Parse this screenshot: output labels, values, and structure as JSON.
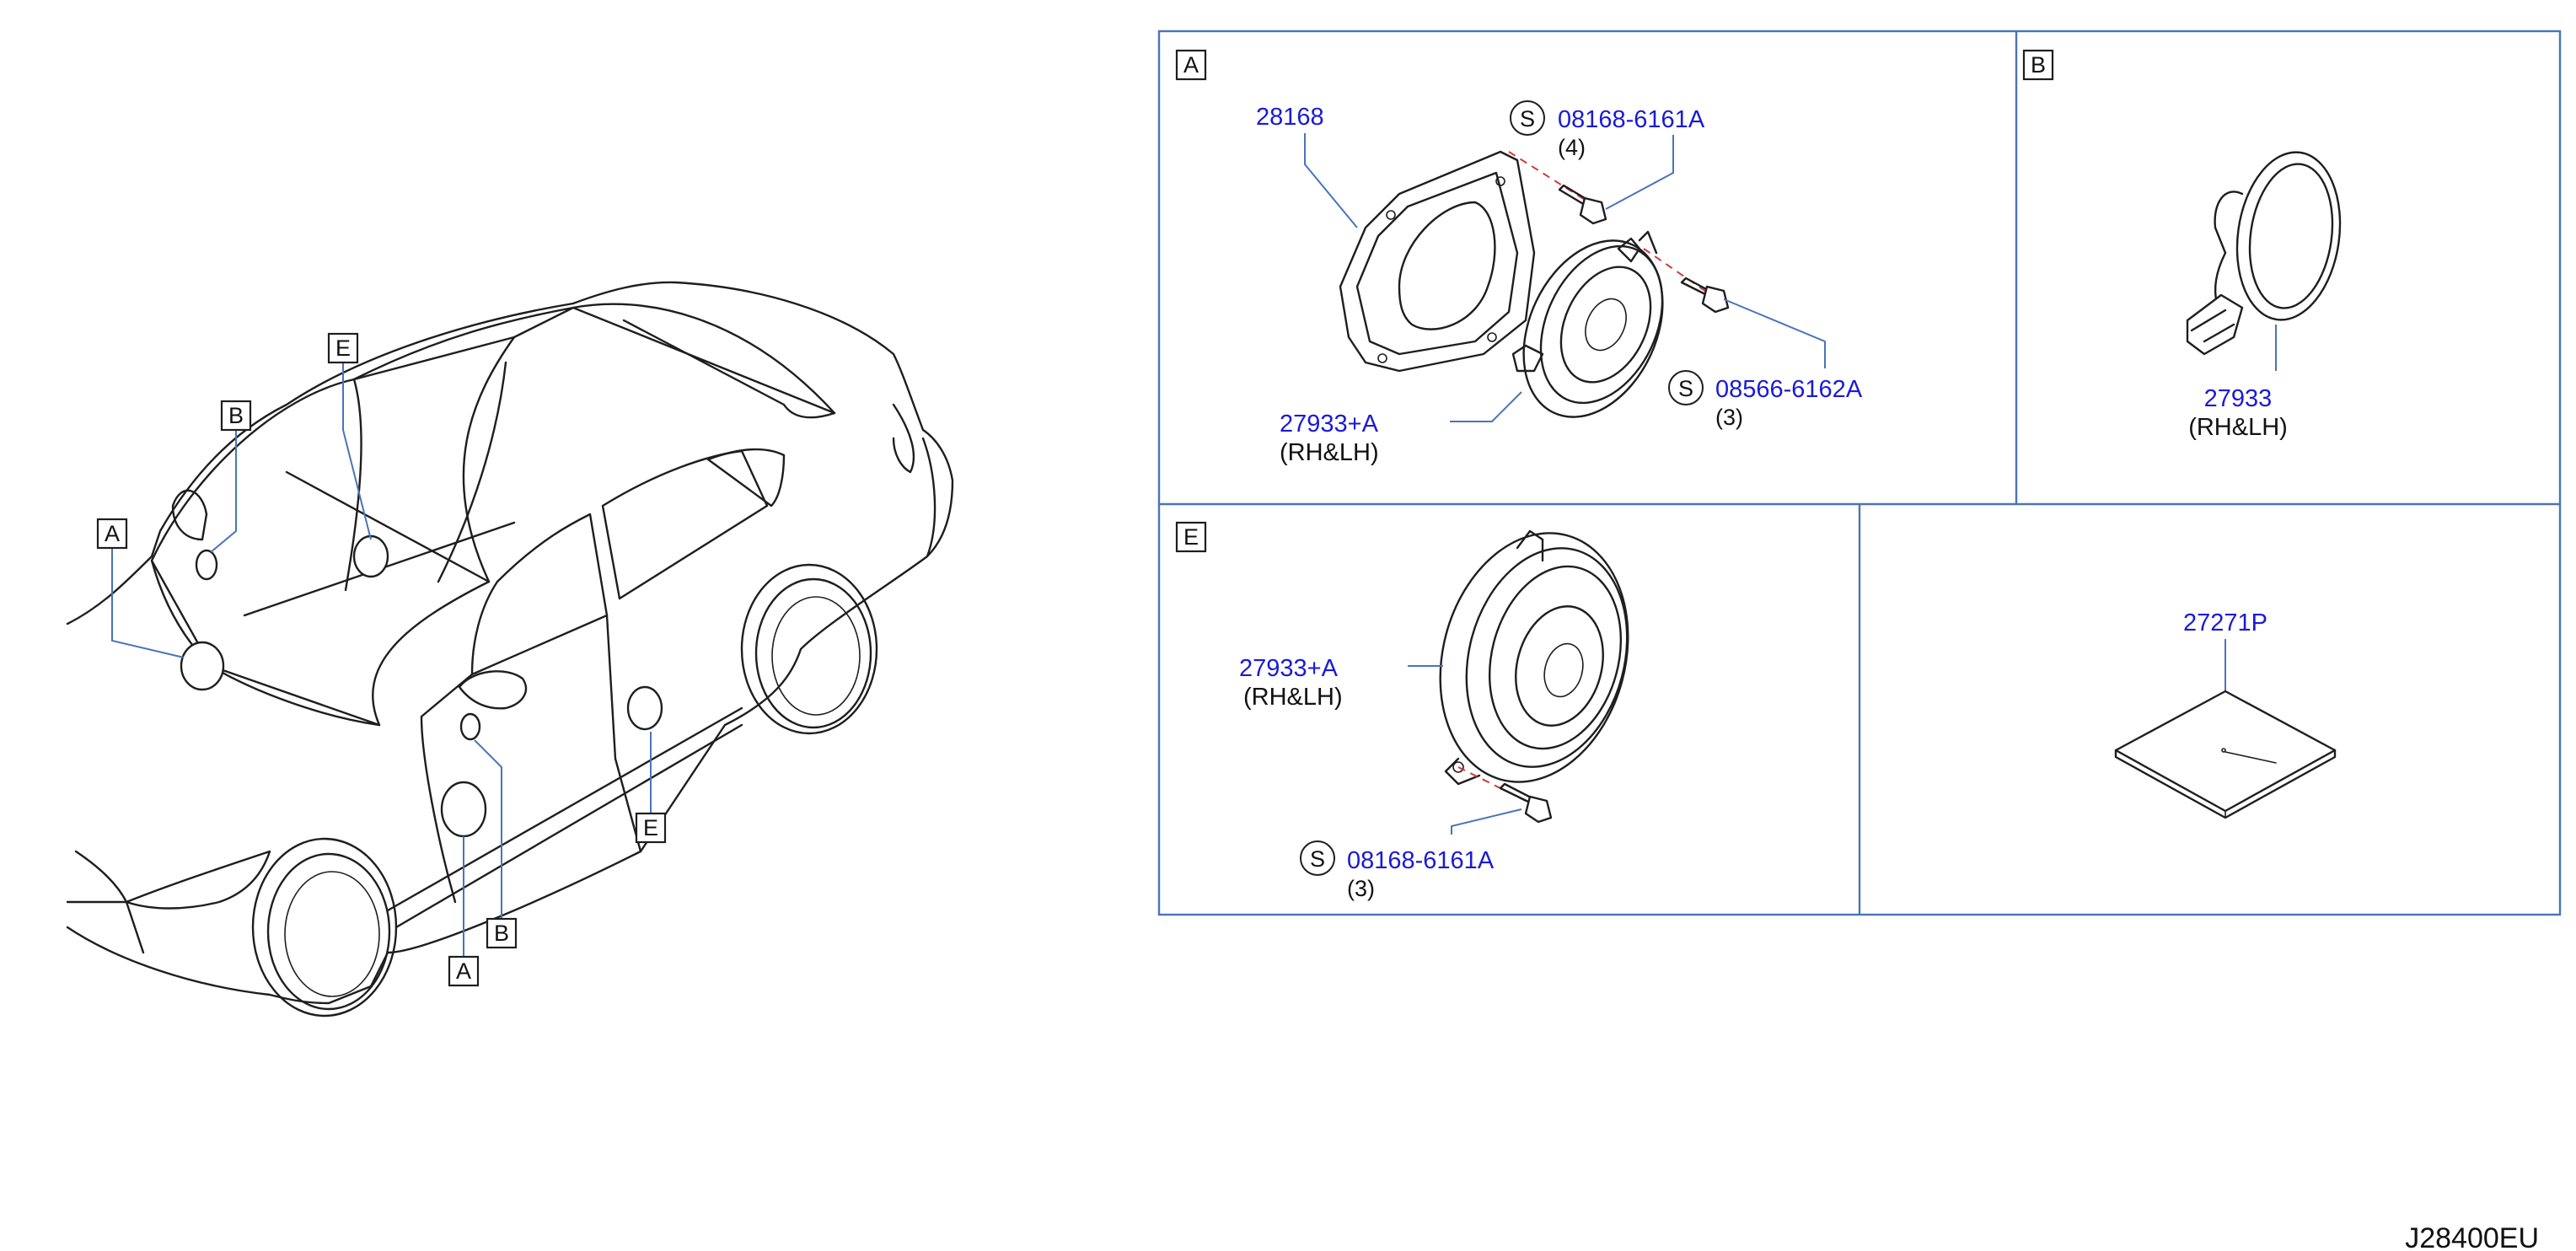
{
  "colors": {
    "part_number": "#1a1ad6",
    "text": "#111111",
    "frame": "#4a74b8",
    "leader": "#4a74b8",
    "dashed_axis": "#d23a3a"
  },
  "drawing_code": "J28400EU",
  "overview": {
    "callouts": {
      "a_upper": "A",
      "b_upper": "B",
      "e_upper": "E",
      "e_lower": "E",
      "b_lower": "B",
      "a_lower": "A"
    }
  },
  "panels": {
    "a": {
      "tag": "A",
      "bracket": {
        "part_no": "28168"
      },
      "speaker": {
        "part_no": "27933+A",
        "note": "(RH&LH)"
      },
      "bolt": {
        "symbol": "S",
        "part_no": "08168-6161A",
        "qty": "(4)"
      },
      "screw": {
        "symbol": "S",
        "part_no": "08566-6162A",
        "qty": "(3)"
      }
    },
    "b": {
      "tag": "B",
      "tweeter": {
        "part_no": "27933",
        "note": "(RH&LH)"
      }
    },
    "e": {
      "tag": "E",
      "speaker": {
        "part_no": "27933+A",
        "note": "(RH&LH)"
      },
      "bolt": {
        "symbol": "S",
        "part_no": "08168-6161A",
        "qty": "(3)"
      }
    },
    "label_sheet": {
      "part_no": "27271P"
    }
  }
}
